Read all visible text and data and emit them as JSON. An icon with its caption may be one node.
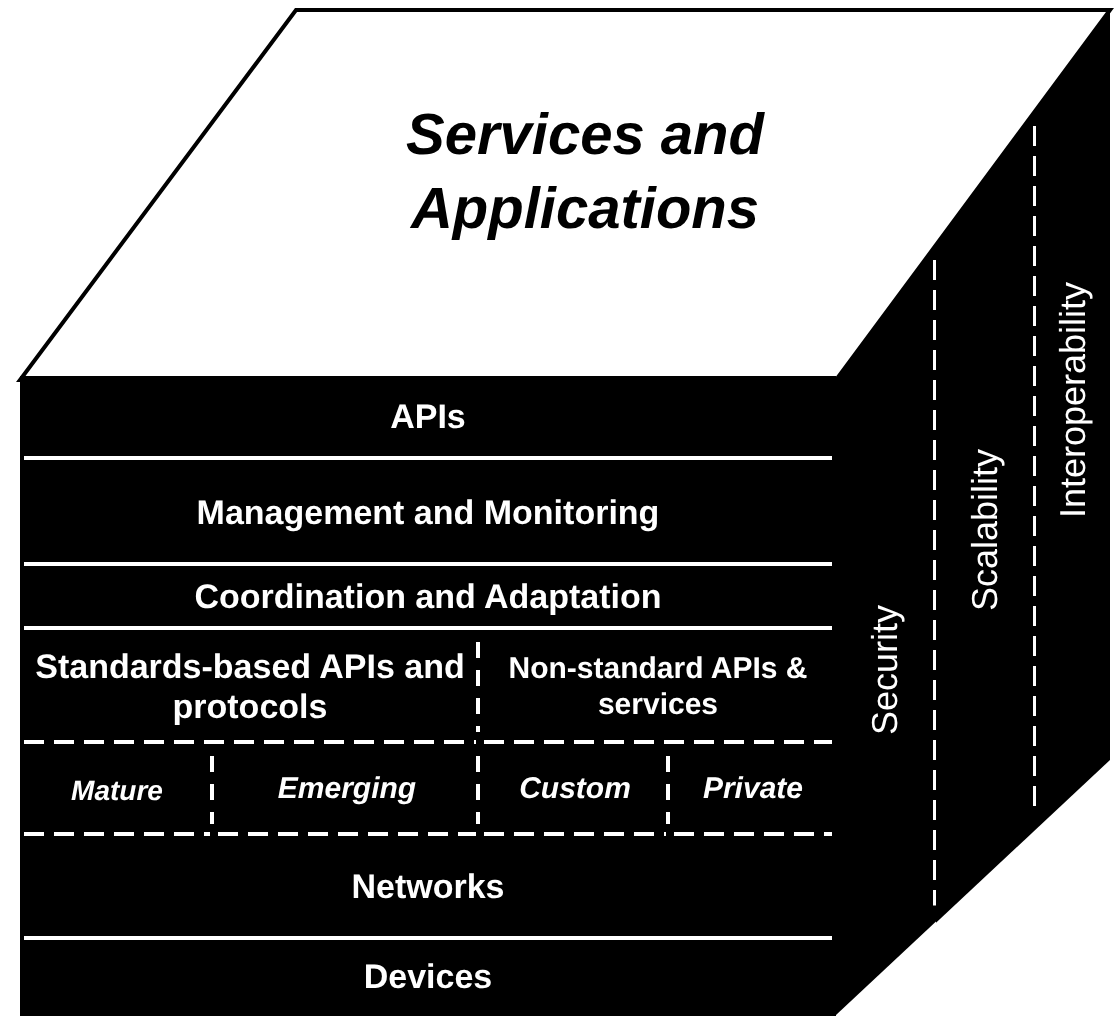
{
  "diagram": {
    "nodes": [
      {
        "text": [
          "Services and Applications"
        ]
      },
      {
        "text": [
          "APIs"
        ]
      },
      {
        "text": [
          "Management and Monitoring"
        ]
      },
      {
        "text": [
          "Coordination and Adaptation"
        ]
      },
      {
        "text": [
          "Standards-based APIs and protocols"
        ]
      },
      {
        "text": [
          "Non-standard APIs & services"
        ]
      },
      {
        "text": [
          "Mature"
        ]
      },
      {
        "text": [
          "Emerging"
        ]
      },
      {
        "text": [
          "Custom"
        ]
      },
      {
        "text": [
          "Private"
        ]
      },
      {
        "text": [
          "Networks"
        ]
      },
      {
        "text": [
          "Devices"
        ]
      },
      {
        "text": [
          "Security"
        ]
      },
      {
        "text": [
          "Scalability"
        ]
      },
      {
        "text": [
          "Interoperability"
        ]
      }
    ]
  }
}
